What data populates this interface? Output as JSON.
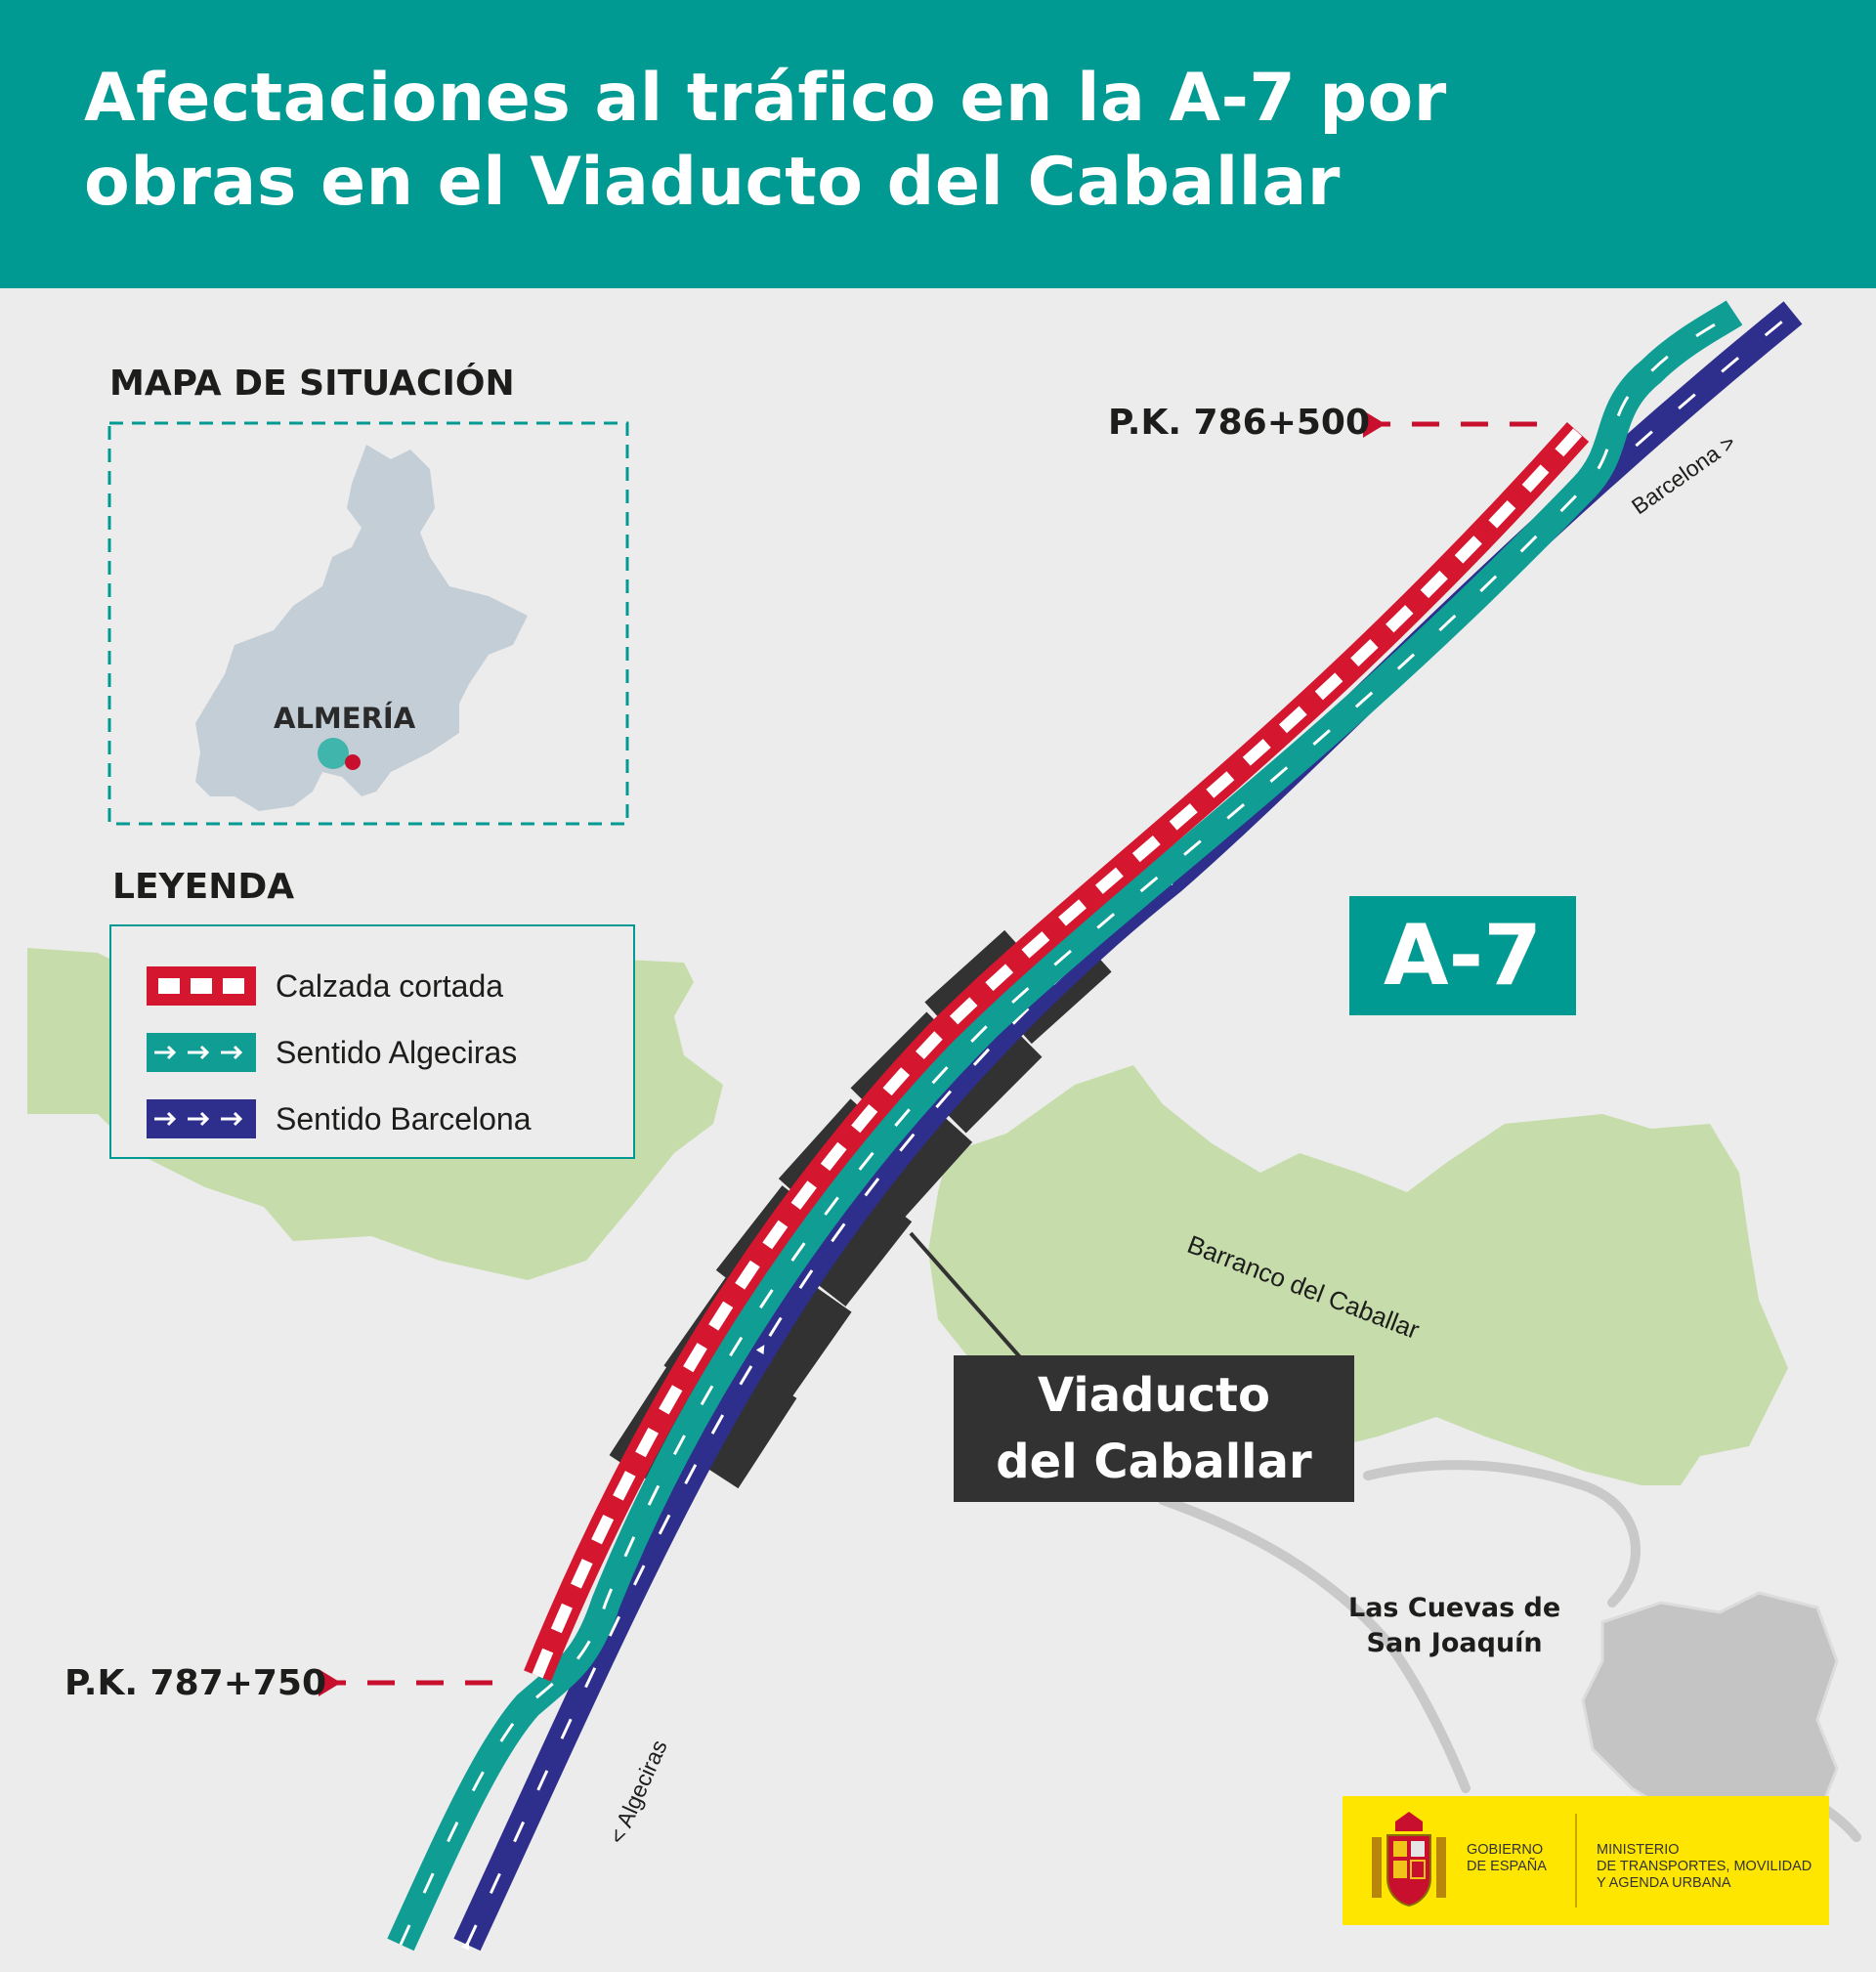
{
  "title": "Afectaciones al tráfico en la A-7 por obras en el Viaducto del Caballar",
  "situation_map": {
    "heading": "MAPA DE SITUACIÓN",
    "province_label": "ALMERÍA"
  },
  "legend": {
    "heading": "LEYENDA",
    "items": [
      {
        "label": "Calzada cortada",
        "color": "#d5162f"
      },
      {
        "label": "Sentido Algeciras",
        "color": "#0f9d94"
      },
      {
        "label": "Sentido Barcelona",
        "color": "#2e2e8c"
      }
    ]
  },
  "road_badge": "A-7",
  "viaduct_label": [
    "Viaducto",
    "del Caballar"
  ],
  "markers": {
    "pk_top": "P.K. 786+500",
    "pk_bottom": "P.K. 787+750"
  },
  "place_labels": {
    "barcelona": "Barcelona >",
    "algeciras": "< Algeciras",
    "barranco": "Barranco del Caballar",
    "cuevas": [
      "Las Cuevas de",
      "San Joaquín"
    ]
  },
  "logo": {
    "left_text": [
      "GOBIERNO",
      "DE ESPAÑA"
    ],
    "right_text": [
      "MINISTERIO",
      "DE TRANSPORTES, MOVILIDAD",
      "Y AGENDA URBANA"
    ]
  },
  "colors": {
    "header": "#009a93",
    "closed_road": "#d5162f",
    "algeciras_direction": "#0f9d94",
    "barcelona_direction": "#2e2e8c",
    "green_area": "#c6ddab",
    "background": "#ececec",
    "logo_yellow": "#ffe600"
  }
}
